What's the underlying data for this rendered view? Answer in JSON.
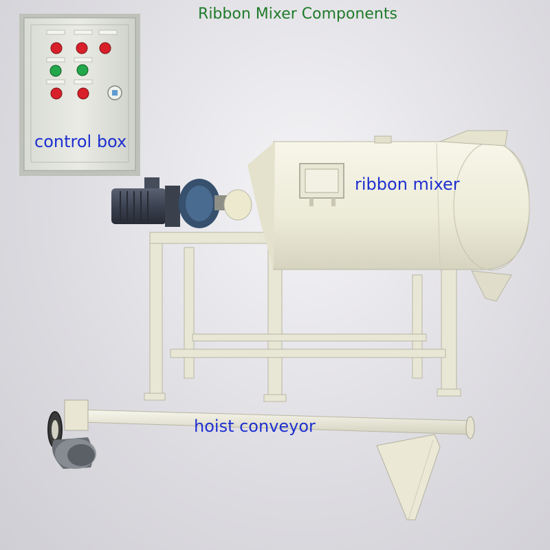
{
  "title": "Ribbon Mixer Components",
  "labels": {
    "control_box": "control box",
    "ribbon_mixer": "ribbon mixer",
    "hoist_conveyor": "hoist conveyor"
  },
  "colors": {
    "title": "#1f7a2a",
    "labels": "#1e2fd0",
    "machine_body": "#efeedd",
    "motor": "#3d4450",
    "button_red": "#d8202a",
    "button_green": "#22a84a"
  }
}
